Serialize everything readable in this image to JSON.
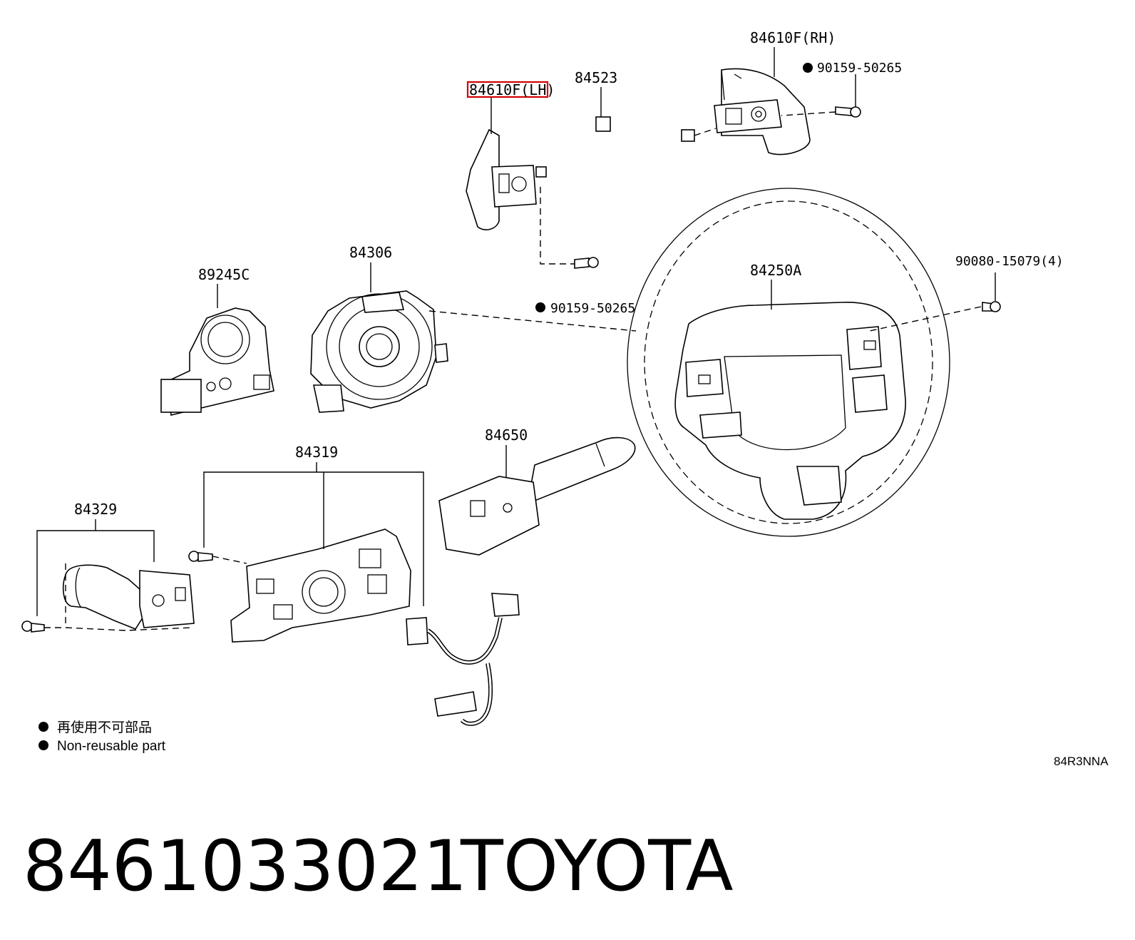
{
  "labels": {
    "rh_switch": "84610F(RH)",
    "rh_screw": "90159-50265",
    "wire": "84523",
    "lh_switch": "84610F(LH)",
    "lh_screw": "90159-50265",
    "spiral_cable": "84306",
    "steering_sensor": "89245C",
    "steering_wheel": "84250A",
    "wheel_screw": "90080-15079(4)",
    "wiper_switch": "84650",
    "combo_switch_body": "84319",
    "headlamp_switch": "84329"
  },
  "legend": {
    "line1": "再使用不可部品",
    "line2": "Non-reusable part"
  },
  "diagram_code": "84R3NNA",
  "footer": {
    "part_number": "8461033021",
    "brand": "TOYOTA"
  },
  "highlight_color": "#d40000"
}
